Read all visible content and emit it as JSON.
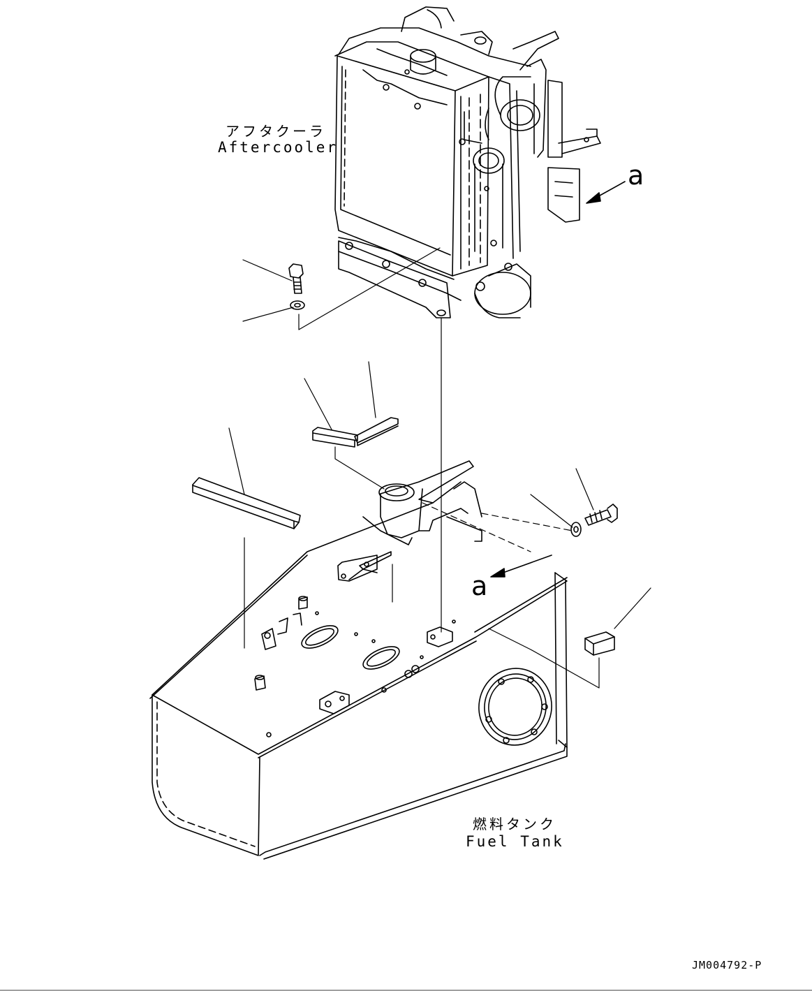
{
  "labels": {
    "aftercooler_jp": "アフタクーラ",
    "aftercooler_en": "Aftercooler",
    "fuel_tank_jp": "燃料タンク",
    "fuel_tank_en": "Fuel Tank",
    "view_ref_upper": "a",
    "view_ref_lower": "a",
    "drawing_number": "JM004792-P"
  },
  "colors": {
    "line": "#000000",
    "background": "#ffffff"
  }
}
